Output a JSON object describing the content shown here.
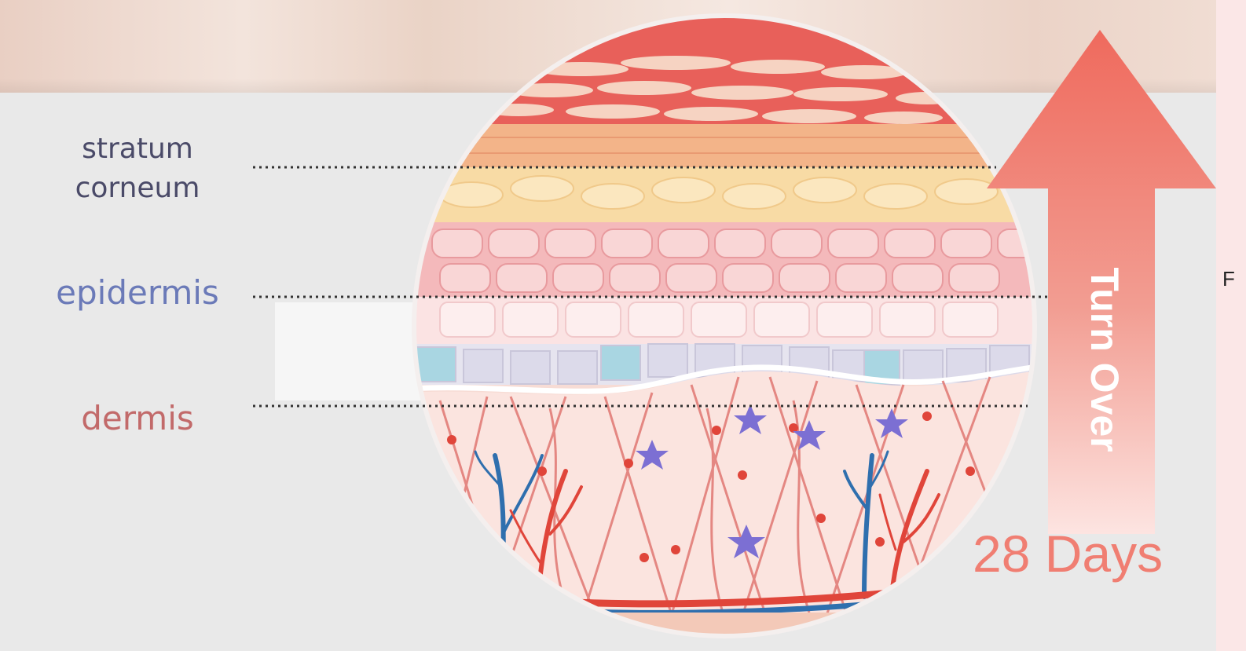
{
  "labels": {
    "stratum_corneum": "stratum corneum",
    "epidermis": "epidermis",
    "dermis": "dermis"
  },
  "arrow": {
    "text": "Turn Over"
  },
  "days": "28 Days",
  "side_letter": "F",
  "colors": {
    "background": "#e9e9e9",
    "stratum_corneum_label": "#4a4a68",
    "epidermis_label": "#6b7ab8",
    "dermis_label": "#c26a6a",
    "arrow": "#f0756a",
    "days": "#f07e72",
    "vein": "#2f6fae",
    "artery": "#e0453a"
  }
}
